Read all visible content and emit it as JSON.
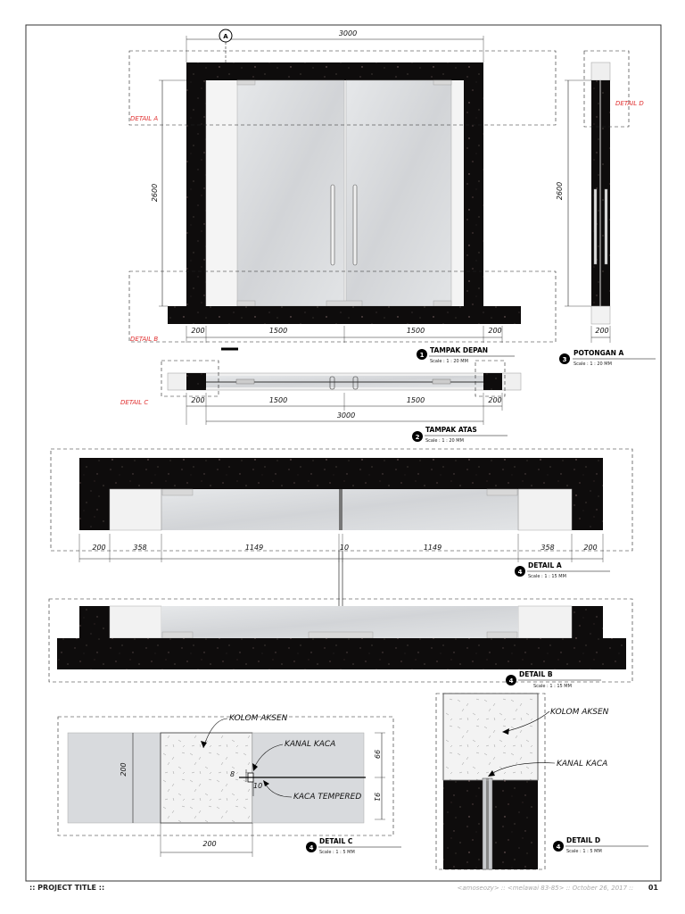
{
  "front": {
    "top_dim": "3000",
    "height_dim": "2600",
    "bottom_dims": [
      "200",
      "1500",
      "1500",
      "200"
    ],
    "section_marker": "A",
    "detail_a": "DETAIL A",
    "detail_b": "DETAIL B",
    "title": "TAMPAK DEPAN",
    "scale": "Scale : 1 : 20 MM",
    "num": "1"
  },
  "section": {
    "height_dim": "2600",
    "width_dim": "200",
    "detail_d": "DETAIL D",
    "title": "POTONGAN A",
    "scale": "Scale : 1 : 20 MM",
    "num": "3"
  },
  "plan": {
    "dims": [
      "200",
      "1500",
      "1500",
      "200"
    ],
    "total": "3000",
    "detail_c": "DETAIL C",
    "title": "TAMPAK ATAS",
    "scale": "Scale : 1 : 20 MM",
    "num": "2"
  },
  "detail_a": {
    "dims": [
      "200",
      "358",
      "1149",
      "10",
      "1149",
      "358",
      "200"
    ],
    "title": "DETAIL A",
    "scale": "Scale : 1 : 15 MM",
    "num": "4"
  },
  "detail_b": {
    "title": "DETAIL B",
    "scale": "Scale : 1 : 15 MM",
    "num": "4"
  },
  "detail_c": {
    "kolom": "KOLOM AKSEN",
    "kanal": "KANAL KACA",
    "kaca": "KACA TEMPERED",
    "dim_h": "200",
    "dim_w": "200",
    "dim_r1": "99",
    "dim_r2": "91",
    "dim_s1": "8",
    "dim_s2": "10",
    "title": "DETAIL C",
    "scale": "Scale : 1 : 5 MM",
    "num": "4"
  },
  "detail_d": {
    "kolom": "KOLOM AKSEN",
    "kanal": "KANAL KACA",
    "title": "DETAIL D",
    "scale": "Scale : 1 : 5 MM",
    "num": "4"
  },
  "footer": {
    "project": ":: PROJECT TITLE ::",
    "info": "<amoseozy> :: <melawai 83-85> :: October 26, 2017 ::",
    "page": "01"
  },
  "colors": {
    "granite": "#0d0b0b",
    "glass": "#d9dbde",
    "wall": "#ececec",
    "accent_red": "#e03030"
  }
}
